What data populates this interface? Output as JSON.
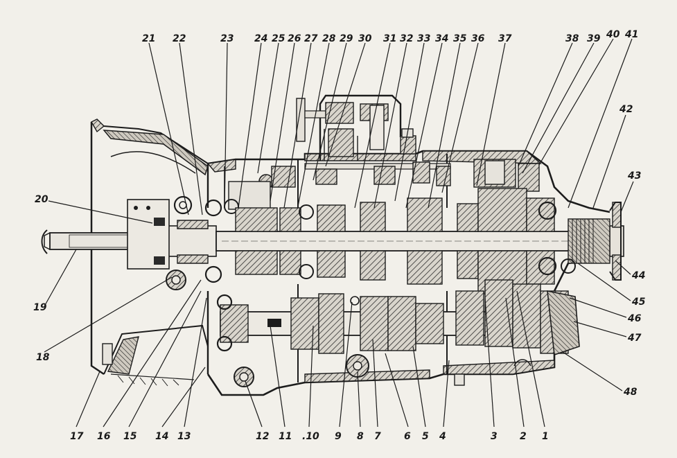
{
  "labels": {
    "n1": "1",
    "n2": "2",
    "n3": "3",
    "n4": "4",
    "n5": "5",
    "n6": "6",
    "n7": "7",
    "n8": "8",
    "n9": "9",
    "n10": ".10",
    "n11": "11",
    "n12": "12",
    "n13": "13",
    "n14": "14",
    "n15": "15",
    "n16": "16",
    "n17": "17",
    "n18": "18",
    "n19": "19",
    "n20": "20",
    "n21": "21",
    "n22": "22",
    "n23": "23",
    "n24": "24",
    "n25": "25",
    "n26": "26",
    "n27": "27",
    "n28": "28",
    "n29": "29",
    "n30": "30",
    "n31": "31",
    "n32": "32",
    "n33": "33",
    "n34": "34",
    "n35": "35",
    "n36": "36",
    "n37": "37",
    "n38": "38",
    "n39": "39",
    "n40": "40",
    "n41": "41",
    "n42": "42",
    "n43": "43",
    "n44": "44",
    "n45": "45",
    "n46": "46",
    "n47": "47",
    "n48": "48"
  }
}
